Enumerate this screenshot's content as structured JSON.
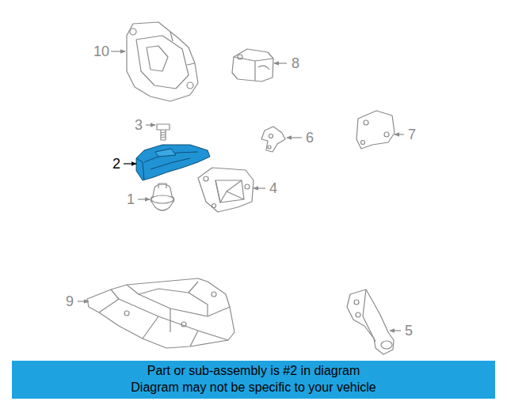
{
  "diagram": {
    "nodes": [
      {
        "text": [
          "Part or sub-assembly is #2 in diagram",
          "Diagram may not be specific to your vehicle"
        ]
      }
    ],
    "labels": [
      "10",
      "8",
      "3",
      "6",
      "7",
      "2",
      "4",
      "1",
      "9",
      "5"
    ]
  }
}
